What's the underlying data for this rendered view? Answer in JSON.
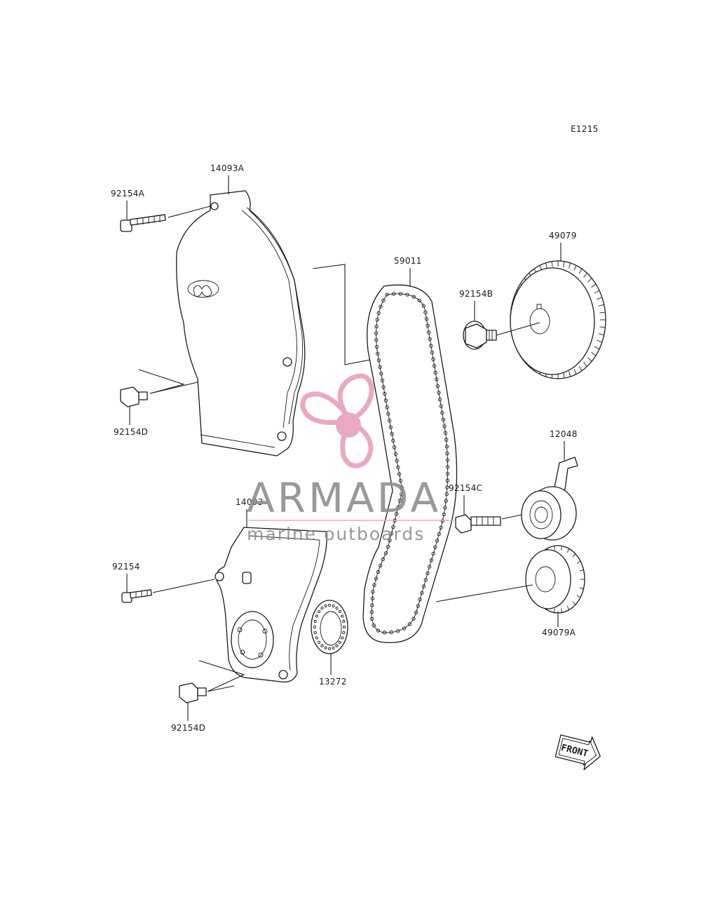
{
  "diagram_code": "E1215",
  "labels": {
    "cover_upper": "14093A",
    "bolt_a": "92154A",
    "belt": "59011",
    "bolt_b": "92154B",
    "sprocket_cam": "49079",
    "bolt_d_upper": "92154D",
    "tensioner_bracket": "12048",
    "bolt_c": "92154C",
    "cover_lower": "14093",
    "bolt": "92154",
    "sprocket_crank": "49079A",
    "washer": "13272",
    "bolt_d_lower": "92154D"
  },
  "front_arrow": "FRONT",
  "watermark": {
    "brand": "ARMADA",
    "tagline": "marine outboards",
    "color_pink": "#e6a1bc",
    "color_gray": "#8f8f8f"
  }
}
